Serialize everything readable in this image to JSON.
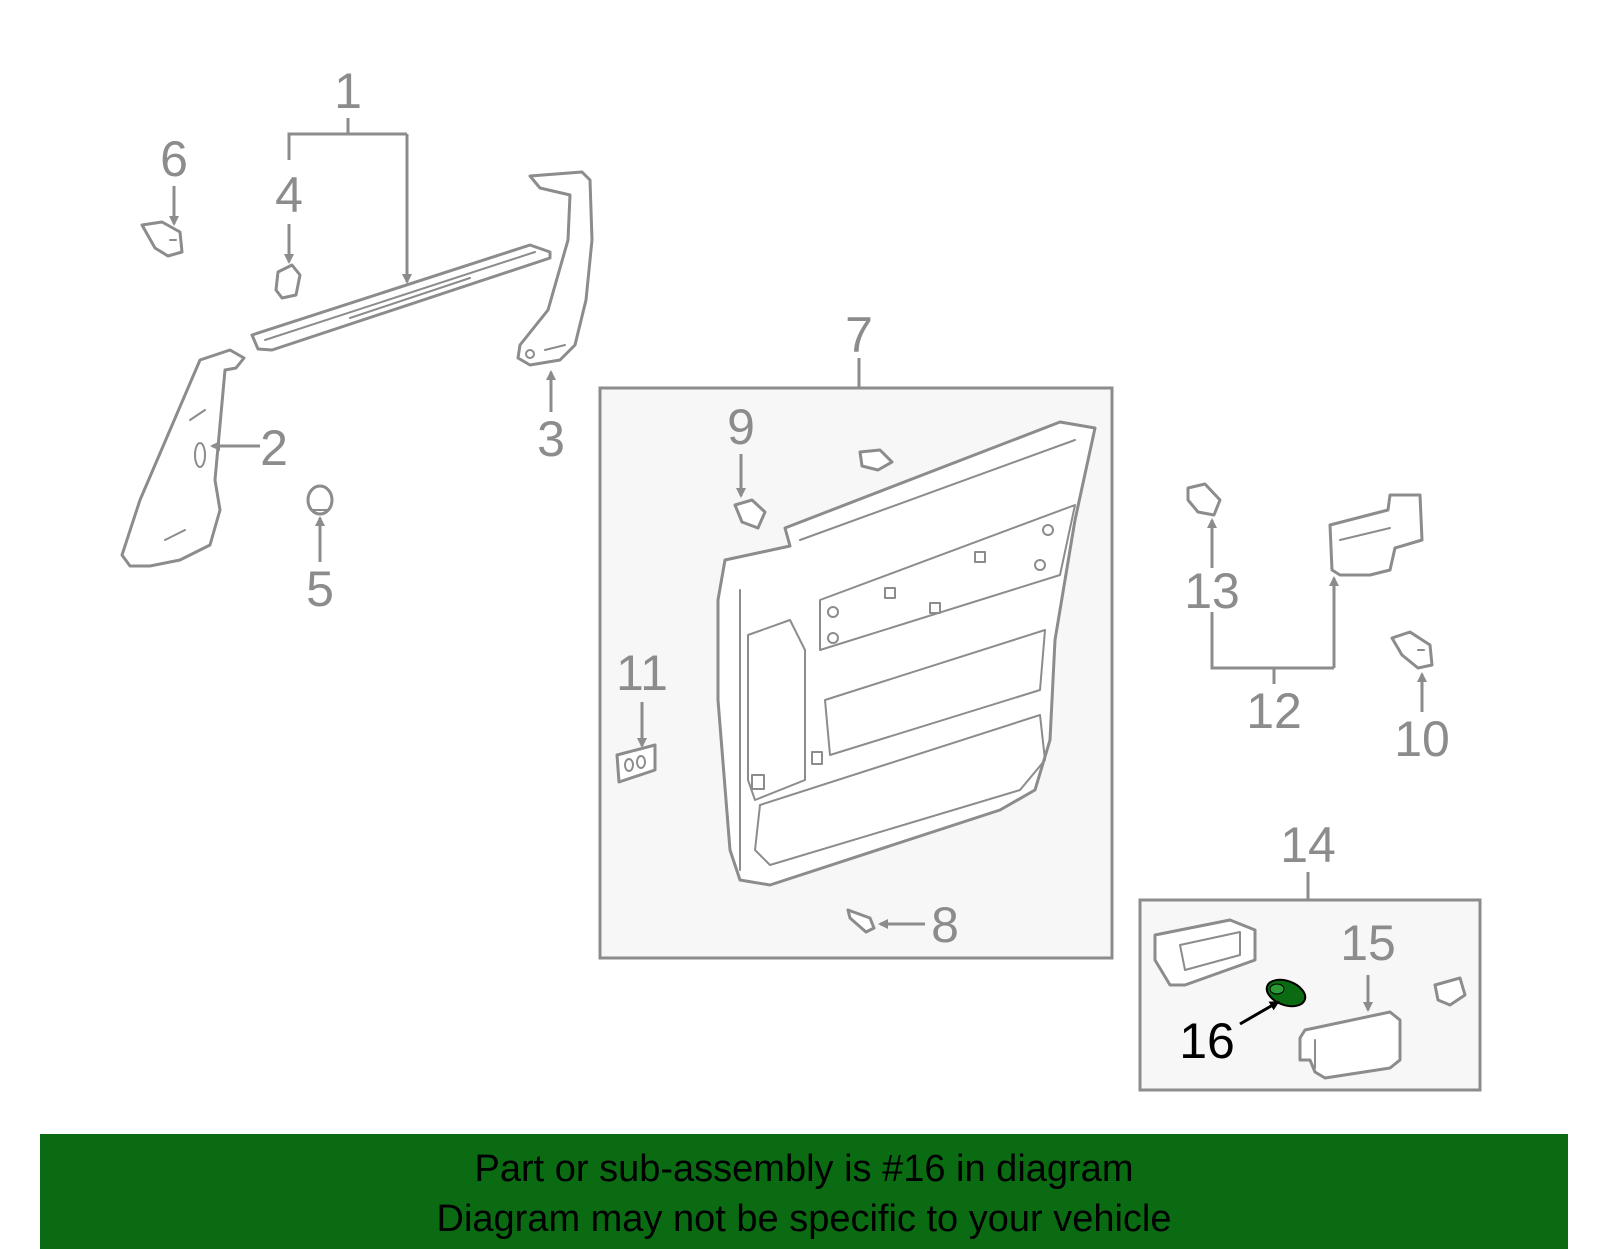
{
  "diagram": {
    "callouts": [
      "1",
      "2",
      "3",
      "4",
      "5",
      "6",
      "7",
      "8",
      "9",
      "10",
      "11",
      "12",
      "13",
      "14",
      "15",
      "16"
    ],
    "highlighted_part": "16",
    "highlight_color": "#0b6b12",
    "line_color": "#8c8c8c"
  },
  "banner": {
    "line1": "Part or sub-assembly is #16 in diagram",
    "line2": "Diagram may not be specific to your vehicle",
    "background": "#0b6b12"
  }
}
